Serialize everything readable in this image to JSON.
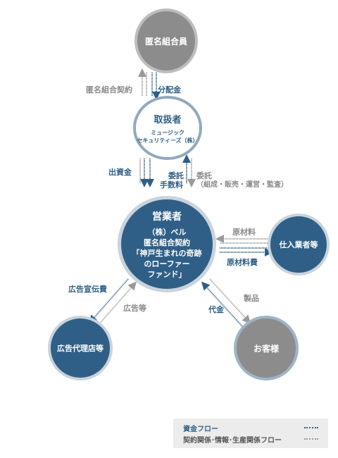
{
  "nodes": {
    "investors": "匿名組合員",
    "handler_title": "取扱者",
    "handler_sub1": "ミュージック",
    "handler_sub2": "セキュリティーズ（株）",
    "operator_title": "営業者",
    "operator_line1": "（株）ベル",
    "operator_line2": "匿名組合契約",
    "operator_line3": "「神戸生まれの奇跡",
    "operator_line4": "のローファー",
    "operator_line5": "ファンド」",
    "suppliers": "仕入業者等",
    "agency": "広告代理店等",
    "customers": "お客様"
  },
  "labels": {
    "contract": "匿名組合契約",
    "distribution": "分配金",
    "investment": "出資金",
    "commission_1": "委託",
    "commission_2": "手数料",
    "entrust_1": "委託",
    "entrust_2": "（組成・販売・運営・監査）",
    "materials": "原材料",
    "materials_cost": "原材料費",
    "ad_cost": "広告宣伝費",
    "ads": "広告等",
    "products": "製品",
    "payment": "代金"
  },
  "legend": {
    "money_flow": "資金フロー",
    "contract_flow": "契約関係･情報･生産関係フロー"
  },
  "colors": {
    "money": "#2f5f86",
    "contract": "#9a9a9a",
    "gray_node": "#8c8c8c",
    "blue_node": "#2f5f86"
  }
}
